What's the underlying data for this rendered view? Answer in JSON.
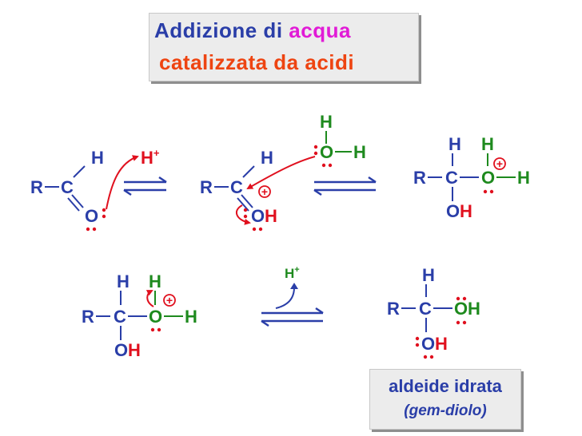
{
  "title": {
    "line1": "Addizione di",
    "line1_accent": "acqua",
    "line2": "catalizzata da acidi"
  },
  "colors": {
    "title_blue": "#2a3ea8",
    "title_accent": "#e11bd6",
    "title_orange": "#ee4411",
    "bond_blue": "#2a3ea8",
    "green": "#1e8a1e",
    "red": "#e0101e"
  },
  "atoms": {
    "R": "R",
    "C": "C",
    "O": "O",
    "H": "H",
    "H_plus": "H",
    "plus_sup": "+",
    "charge": "+"
  },
  "result": {
    "label": "aldeide idrata",
    "subtitle": "(gem-diolo)"
  }
}
